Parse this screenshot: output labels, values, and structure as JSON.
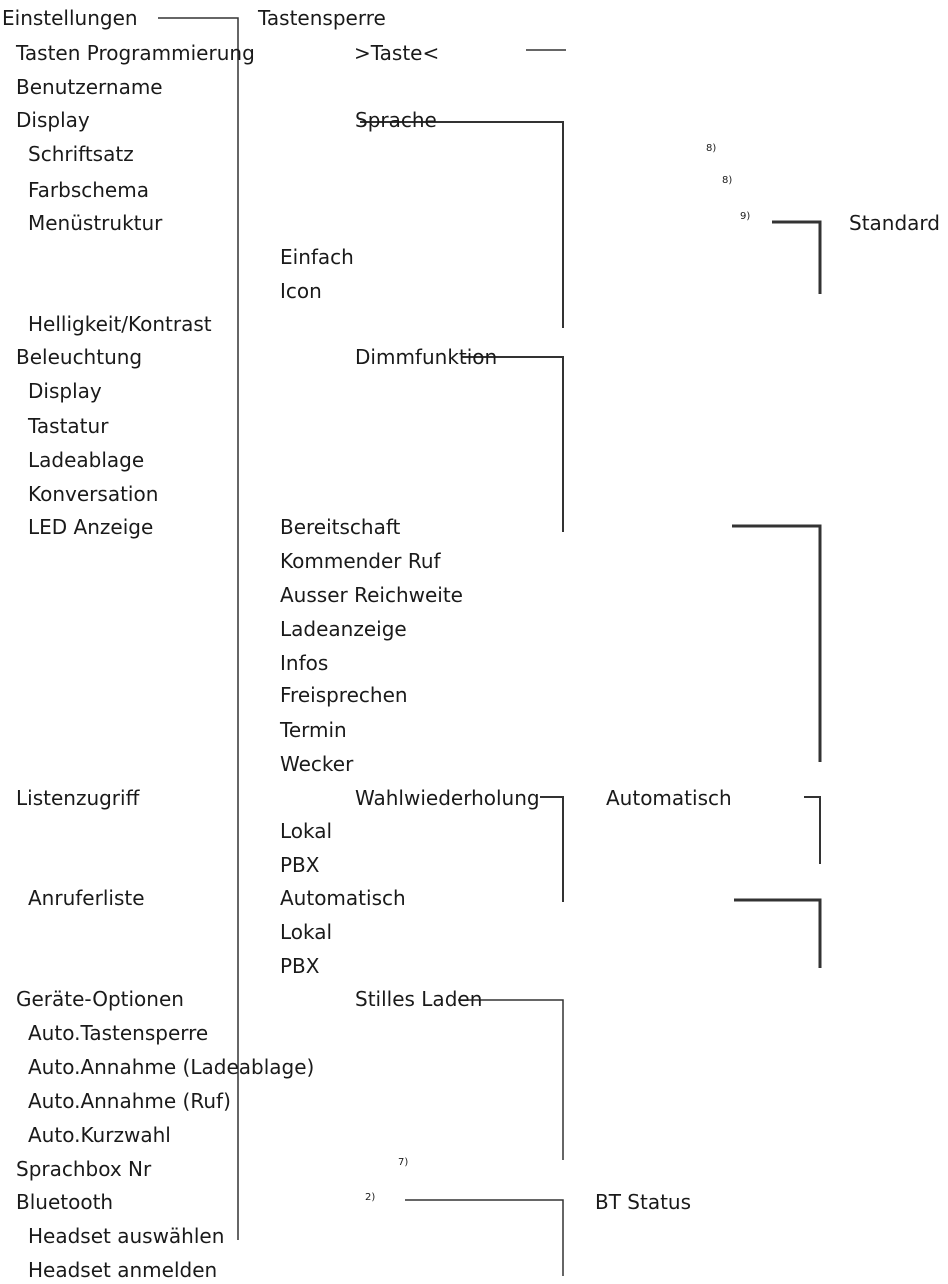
{
  "col1": [
    "Einstellungen",
    "Tasten Programmierung",
    "Benutzername",
    "Display",
    "Schriftsatz",
    "Farbschema",
    "Menüstruktur",
    "Helligkeit/Kontrast",
    "Beleuchtung",
    "Display",
    "Tastatur",
    "Ladeablage",
    "Konversation",
    "LED Anzeige",
    "Listenzugriff",
    "Anruferliste",
    "Geräte-Optionen",
    "Auto.Tastensperre",
    "Auto.Annahme (Ladeablage)",
    "Auto.Annahme (Ruf)",
    "Auto.Kurzwahl",
    "Sprachbox Nr",
    "Bluetooth",
    "Headset auswählen",
    "Headset anmelden"
  ],
  "col2": [
    "Tastensperre",
    ">Taste<",
    "Sprache",
    "Einfach",
    "Icon",
    "Dimmfunktion",
    "Bereitschaft",
    "Kommender Ruf",
    "Ausser Reichweite",
    "Ladeanzeige",
    "Infos",
    "Freisprechen",
    "Termin",
    "Wecker",
    "Wahlwiederholung",
    "Lokal",
    "PBX",
    "Automatisch",
    "Lokal",
    "PBX",
    "Stilles Laden"
  ],
  "col3": [
    "Standard",
    "Automatisch",
    "BT Status"
  ],
  "footnotes": [
    "8)",
    "8)",
    "9)",
    "7)",
    "2)"
  ]
}
